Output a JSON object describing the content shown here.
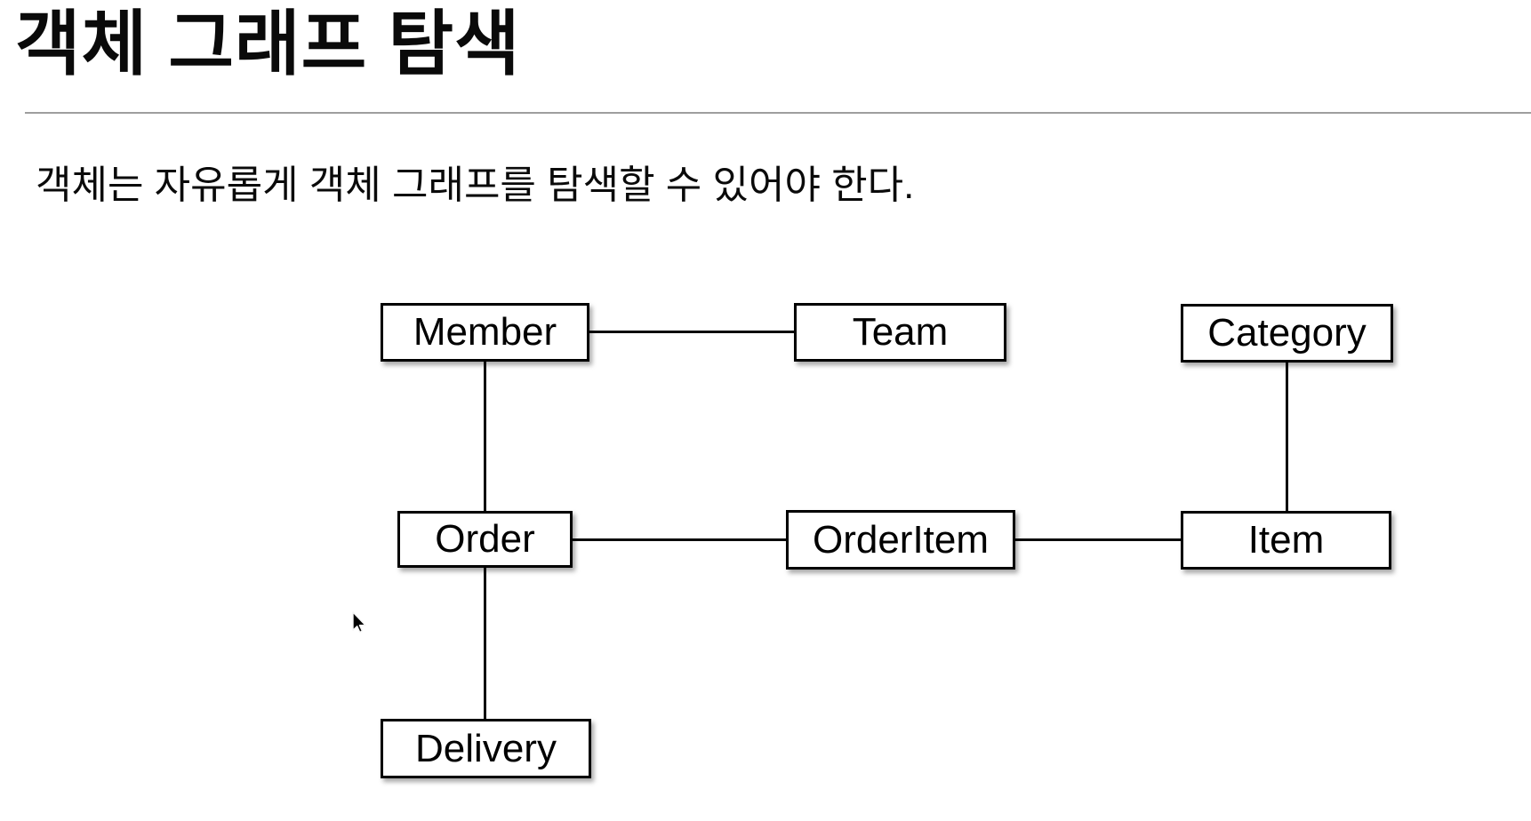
{
  "page": {
    "title": "객체 그래프 탐색",
    "subtitle": "객체는 자유롭게 객체 그래프를 탐색할 수 있어야 한다."
  },
  "diagram": {
    "type": "object-graph",
    "nodes": {
      "member": {
        "label": "Member"
      },
      "team": {
        "label": "Team"
      },
      "category": {
        "label": "Category"
      },
      "order": {
        "label": "Order"
      },
      "orderitem": {
        "label": "OrderItem"
      },
      "item": {
        "label": "Item"
      },
      "delivery": {
        "label": "Delivery"
      }
    },
    "edges": [
      {
        "from": "Member",
        "to": "Team"
      },
      {
        "from": "Member",
        "to": "Order"
      },
      {
        "from": "Order",
        "to": "OrderItem"
      },
      {
        "from": "OrderItem",
        "to": "Item"
      },
      {
        "from": "Category",
        "to": "Item"
      },
      {
        "from": "Order",
        "to": "Delivery"
      }
    ]
  },
  "colors": {
    "background": "#ffffff",
    "text": "#0a0a0a",
    "box_border": "#000000",
    "box_fill": "#ffffff",
    "connector": "#0a0a0a",
    "divider": "#9e9e9e"
  }
}
